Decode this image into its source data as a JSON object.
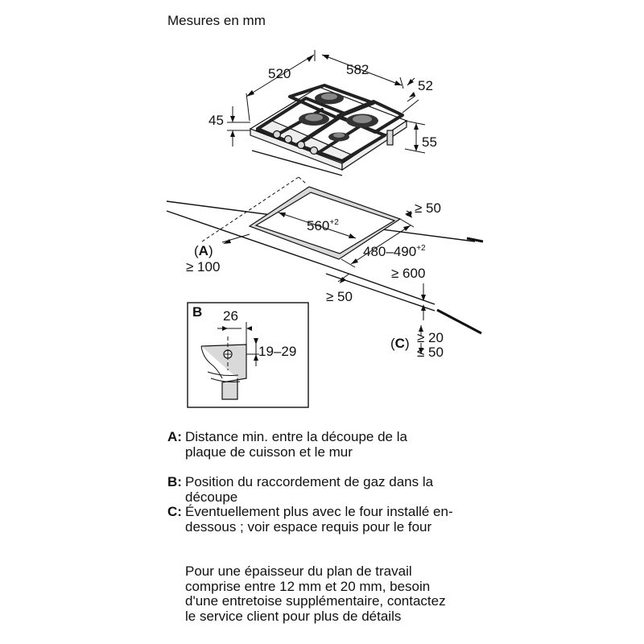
{
  "title": "Mesures en mm",
  "dimensions": {
    "depth": "520",
    "width": "582",
    "grate_offset": "52",
    "height_left": "45",
    "height_right": "55",
    "cutout_width": "560",
    "cutout_width_tol": "+2",
    "cutout_depth": "480–490",
    "cutout_depth_tol": "+2",
    "back_clearance": "≥ 50",
    "front_clearance": "≥ 50",
    "side_clearance": "≥ 100",
    "top_clearance": "≥ 600",
    "c_min": "≥ 20",
    "c_max": "≤ 50",
    "b_width": "26",
    "b_height": "19–29"
  },
  "labels": {
    "a": "A",
    "b": "B",
    "c": "C"
  },
  "legend": [
    {
      "key": "A:",
      "text": "Distance min. entre la découpe de la plaque de cuisson et le mur"
    },
    {
      "key": "B:",
      "text": "Position du raccordement de gaz dans la découpe"
    },
    {
      "key": "C:",
      "text": "Éventuellement plus avec le four installé en-dessous ; voir espace requis pour le four"
    }
  ],
  "note": "Pour une épaisseur du plan de travail comprise entre 12 mm et 20 mm, besoin d'une entretoise supplémentaire, contactez le service client pour plus de détails"
}
